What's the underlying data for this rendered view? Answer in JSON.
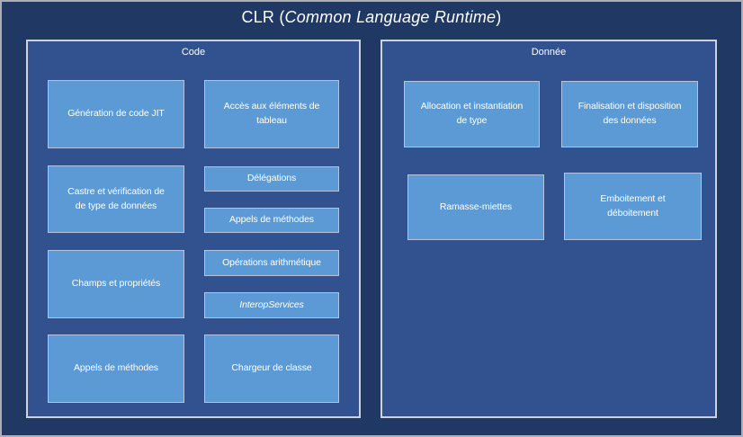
{
  "title": {
    "prefix": "CLR (",
    "italic": "Common Language Runtime",
    "suffix": ")"
  },
  "panels": {
    "code": {
      "header": "Code",
      "boxes": [
        {
          "label": "Génération de code JIT"
        },
        {
          "label": "Accès aux éléments de\ntableau"
        },
        {
          "label": "Castre et vérification de\nde type de données"
        },
        {
          "label": "Délégations"
        },
        {
          "label": "Appels de méthodes"
        },
        {
          "label": "Champs et propriétés"
        },
        {
          "label": "Opérations arithmétique"
        },
        {
          "label": "InteropServices"
        },
        {
          "label": "Appels de méthodes"
        },
        {
          "label": "Chargeur de classe"
        }
      ]
    },
    "donnee": {
      "header": "Donnée",
      "boxes": [
        {
          "label": "Allocation et instantiation\nde type"
        },
        {
          "label": "Finalisation et disposition\ndes données"
        },
        {
          "label": "Ramasse-miettes"
        },
        {
          "label": "Emboitement et\ndéboitement"
        }
      ]
    }
  },
  "colors": {
    "background": "#1F3864",
    "panel": "#31528F",
    "box_fill": "#5B9AD5",
    "box_border": "#B4C4E4",
    "panel_border": "#CDD3DD",
    "text": "#FFFFFF"
  }
}
